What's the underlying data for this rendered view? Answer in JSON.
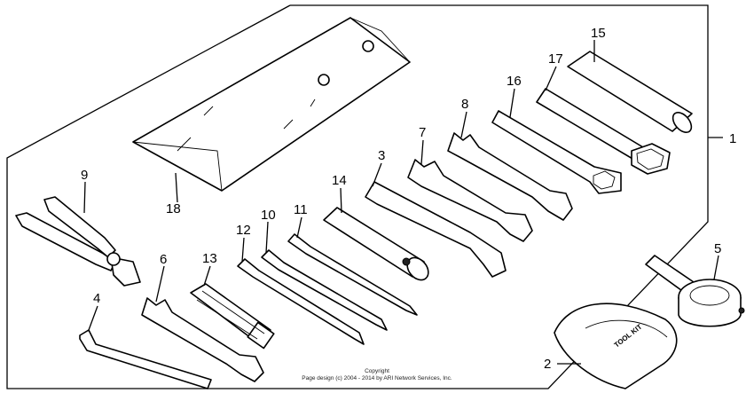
{
  "callouts": {
    "c1": "1",
    "c2": "2",
    "c3": "3",
    "c4": "4",
    "c5": "5",
    "c6": "6",
    "c7": "7",
    "c8": "8",
    "c9": "9",
    "c10": "10",
    "c11": "11",
    "c12": "12",
    "c13": "13",
    "c14": "14",
    "c15": "15",
    "c16": "16",
    "c17": "17",
    "c18": "18"
  },
  "copyright": {
    "line1": "Copyright",
    "line2": "Page design (c) 2004 - 2014 by ARI Network Services, Inc."
  },
  "pouch_label": "TOOL KIT"
}
